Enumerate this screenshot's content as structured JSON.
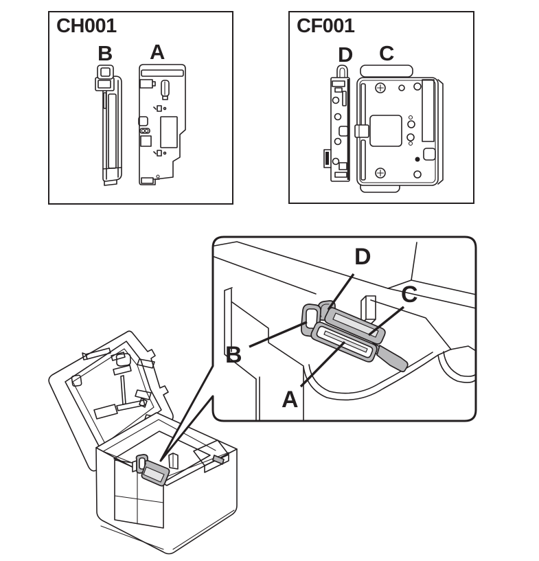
{
  "colors": {
    "line": "#231f20",
    "part_gray": "#b9b9bb",
    "part_gray_dark": "#8f8f92",
    "part_gray_light": "#e4e4e5",
    "background": "#ffffff"
  },
  "panel_ch001": {
    "title": "CH001",
    "label_b": "B",
    "label_a": "A"
  },
  "panel_cf001": {
    "title": "CF001",
    "label_d": "D",
    "label_c": "C"
  },
  "callout": {
    "label_d": "D",
    "label_c": "C",
    "label_b": "B",
    "label_a": "A"
  }
}
